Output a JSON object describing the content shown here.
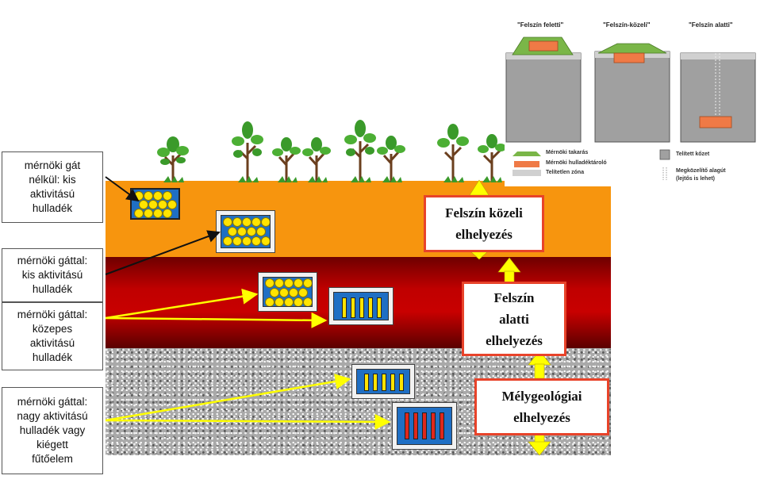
{
  "labels": {
    "no_barrier_low": [
      "mérnöki gát",
      "nélkül: kis",
      "aktivitású",
      "hulladék"
    ],
    "barrier_low": [
      "mérnöki gáttal:",
      "kis aktivitású",
      "hulladék"
    ],
    "barrier_intermediate": [
      "mérnöki gáttal:",
      "közepes",
      "aktivitású",
      "hulladék"
    ],
    "barrier_high": [
      "mérnöki gáttal:",
      "nagy aktivitású",
      "hulladék vagy",
      "kiégett",
      "fűtőelem"
    ]
  },
  "zones": {
    "near_surface": [
      "Felszín közeli",
      "elhelyezés"
    ],
    "subsurface": [
      "Felszín",
      "alatti",
      "elhelyezés"
    ],
    "deep_geological": [
      "Mélygeológiai",
      "elhelyezés"
    ]
  },
  "inset": {
    "titles": [
      "\"Felszín feletti\"",
      "\"Felszín-közeli\"",
      "\"Felszín alatti\""
    ],
    "legend": {
      "engineered_cover": "Mérnöki takarás",
      "engineered_repository": "Mérnöki hulladéktároló",
      "unsaturated_zone": "Telítetlen zóna",
      "saturated_rock": "Telített kőzet",
      "access_tunnel_1": "Megközelítő alagút",
      "access_tunnel_2": "(lejtős is lehet)"
    }
  },
  "colors": {
    "orange_layer": "#f7950e",
    "red_layer": "#c00000",
    "gray_layer": "#a9a9a9",
    "container_blue": "#1f6fc4",
    "low_activity_yellow": "#ffe400",
    "high_activity_red": "#e0281c",
    "zone_border": "#e8432a",
    "arrow_yellow": "#ffff00",
    "tree_green": "#3a9a2a",
    "cover_green": "#7ab648",
    "repository_orange": "#ef7a46",
    "unsaturated_gray": "#d0d0d0",
    "rock_gray": "#a0a0a0"
  }
}
